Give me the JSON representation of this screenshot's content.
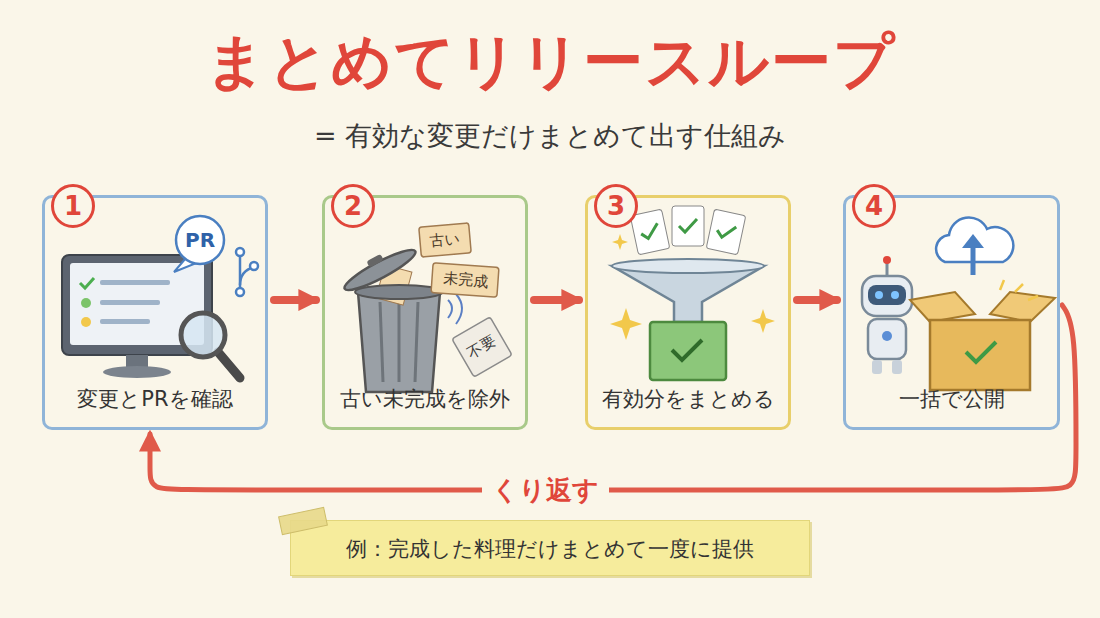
{
  "diagram": {
    "title": "まとめてリリースループ",
    "caption": "= 有効な変更だけまとめて出す仕組み",
    "nodes": [
      {
        "text": [
          "1",
          "変更とPRを確認"
        ]
      },
      {
        "text": [
          "2",
          "古い未完成を除外"
        ]
      },
      {
        "text": [
          "3",
          "有効分をまとめる"
        ]
      },
      {
        "text": [
          "4",
          "一括で公開"
        ]
      },
      {
        "text": [
          "例：完成した料理だけまとめて一度に提供"
        ]
      }
    ],
    "edges": [
      {
        "from": 0,
        "to": 1,
        "arrow": "to"
      },
      {
        "from": 1,
        "to": 2,
        "arrow": "to"
      },
      {
        "from": 2,
        "to": 3,
        "arrow": "to"
      },
      {
        "from": 3,
        "to": 0,
        "label": "くり返す",
        "arrow": "to"
      }
    ],
    "labels": [
      "PR",
      "古い",
      "未完成",
      "不要"
    ]
  }
}
